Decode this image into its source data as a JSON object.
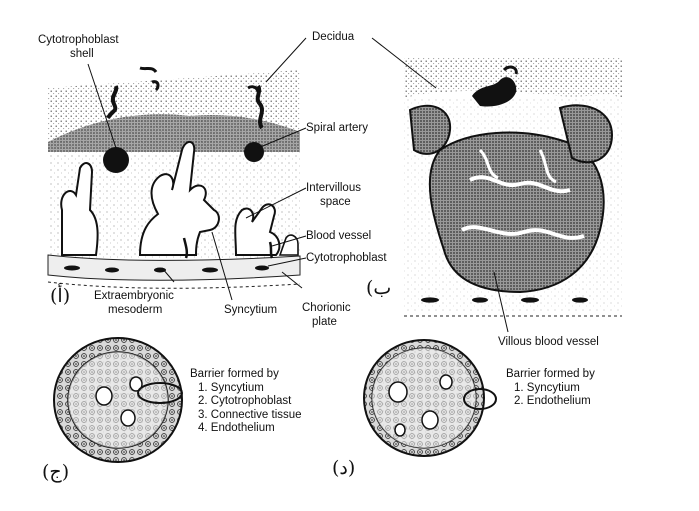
{
  "labels": {
    "cytotrophoblast_shell_1": "Cytotrophoblast",
    "cytotrophoblast_shell_2": "shell",
    "decidua": "Decidua",
    "spiral_artery": "Spiral artery",
    "intervillous_1": "Intervillous",
    "intervillous_2": "space",
    "blood_vessel": "Blood vessel",
    "cytotrophoblast": "Cytotrophoblast",
    "extraembryonic_1": "Extraembryonic",
    "extraembryonic_2": "mesoderm",
    "syncytium": "Syncytium",
    "chorionic_1": "Chorionic",
    "chorionic_2": "plate",
    "villous_blood_vessel": "Villous blood vessel"
  },
  "panels": {
    "a": "(أ)",
    "b": "(ب",
    "c": "(ج)",
    "d": "(د)"
  },
  "barrier_c": {
    "title": "Barrier formed by",
    "items": [
      "1. Syncytium",
      "2. Cytotrophoblast",
      "3. Connective tissue",
      "4. Endothelium"
    ]
  },
  "barrier_d": {
    "title": "Barrier formed by",
    "items": [
      "1. Syncytium",
      "2. Endothelium"
    ]
  }
}
